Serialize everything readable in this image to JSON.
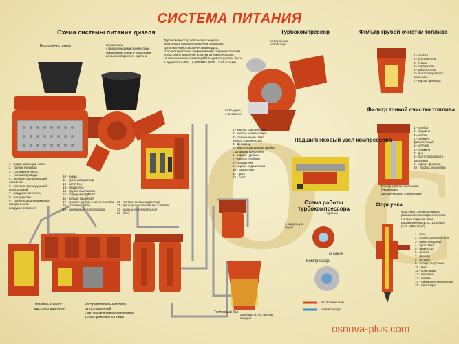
{
  "title": "СИСТЕМА ПИТАНИЯ",
  "sections": {
    "diesel": "Схема системы питания дизеля",
    "turbo": "Турбокомпрессор",
    "coarse_filter": "Фильтр грубой очистки топлива",
    "fine_filter": "Фильтр тонкой очистки топлива",
    "bearing": "Подшипниковый узел компрессора",
    "turbo_work": "Схема работы\nтурбокомпрессора",
    "injector": "Форсунка"
  },
  "labels": {
    "air_cleaner": "Воздухоочиститель",
    "dry_filter": "Сухого типа\nс фильтрующими элементами -\nбумажными фильтр-патронами\nиз высокопористого картона",
    "turbo_desc": "Турбокомпрессор использует энергию\nвыхлопных газов для подачи в цилиндры\nдополнительного количества воздуха,\nспособствуя более эффективному сгоранию топлива.\nИзбыточное давление воздуха за компрессором\nна номинальном режиме работы дизеля должно быть\nв пределах 0,055... 0,065 МПа (0,55... 0,65 кгс/см²)",
    "from_collector": "от впускного\nколлектора",
    "from_cleaner": "от воздухо-\nочистителя",
    "to_engine": "в выпускную\nтрубу",
    "from_diesel": "из дизеля",
    "turbine": "турбина",
    "compressor": "Компрессор",
    "exhaust_gases": "- выхлопные газы",
    "fresh_air": "- свежий воздух",
    "pump_caption": "Топливный насос\nвысокого давления",
    "distributor": "Распределительного типа,\nдвухсекционный\nс автоматическим изменением\nугла опрежения топлива",
    "tank": "Топливный бак",
    "tank_note": "Два бака по 85 литров\nкаждый",
    "fine_note": "Фильтр с двумя сменными\nбумажными\nфильтрующими элементами",
    "injector_note": "Форсунка с пятидырчатым\nраспылителем закрытого типа.\nНачало подъема иглы\nраспылителем 17,5...19,2 МПа\n(178-182 кгс/см²)"
  },
  "diesel_legend_a": [
    "1 - подкачивающий насос",
    "2 - трубка пусковая",
    "3 - топливный насос",
    "4 - топливопроводы",
    "5 - элемент фильтрующий",
    "    основной",
    "6 - элемент фильтрующий",
    "    контрольный",
    "7 - воздухоочиститель",
    "8 - моноциклон",
    "9 - трубопровод индикатора",
    "    засоренности",
    "    воздухоочистителя"
  ],
  "diesel_legend_b": [
    "10 - рукав",
    "11 - турбокомпрессор",
    "12 - патрубок",
    "13 - глушитель",
    "14 - трубка выхлопная",
    "15 - форсунка ФДМ-22",
    "16 - кольцо защитное",
    "17 - фильтр грубой очистки топлива",
    "18 - топливный бак",
    "19 - дренажный трубопровод"
  ],
  "diesel_legend_c": [
    "20 - трубка пневмокорректора",
    "21 - фильтр тонкой очистки топлива",
    "22 - кольцо уплотнительное",
    "23 - болт"
  ],
  "turbo_legend": [
    "1 - корпус компрессора",
    "2 - колесо компрессора",
    "3 - специальная гайка",
    "    колеса компрессора",
    "4 - фиксатор",
    "5 - маслоподводящая трубка",
    "    с фланцем крепления",
    "6 - корпус турбины",
    "7 - колесо турбины",
    "8 - подшипник",
    "9 - корпус подшипника",
    "10 - диффузор",
    "11 - диск",
    "12 - болт"
  ],
  "coarse_legend": [
    "1 - пробка",
    "2 - успокоитель",
    "3 - стакан",
    "4 - отражатель",
    "5 - рассекатель",
    "6 - болт поворотного",
    "    угольника",
    "7 - корпус фильтра"
  ],
  "fine_legend": [
    "1 - пробка",
    "2 - пружина",
    "3 - колпак",
    "4 - элемент",
    "    фильтрующий",
    "5 - штуцер",
    "6 - пружина",
    "7 - дно",
    "8 - болт поворотного",
    "    угольника",
    "9 - корпус фильтра",
    "10 - пробка резьбовая"
  ],
  "injector_legend": [
    "1 - игла",
    "2 - корпус распылителя",
    "3 - гайка накидная",
    "4 - проставка",
    "5 - фиксатор",
    "6 - штанга",
    "7 - фильтр",
    "8 - штуцер",
    "9 - корпус форсунки",
    "10 - винт",
    "11 - прокладка",
    "12 - пружина",
    "13 - шайба",
    "14 - гайка регулировочная",
    "15 - прокладка"
  ],
  "site": "osnova-plus.com",
  "colors": {
    "title": "#e03a1a",
    "metal_red": "#d04a1e",
    "fuel_yellow": "#e8c830",
    "background": "#f3ecc8"
  }
}
